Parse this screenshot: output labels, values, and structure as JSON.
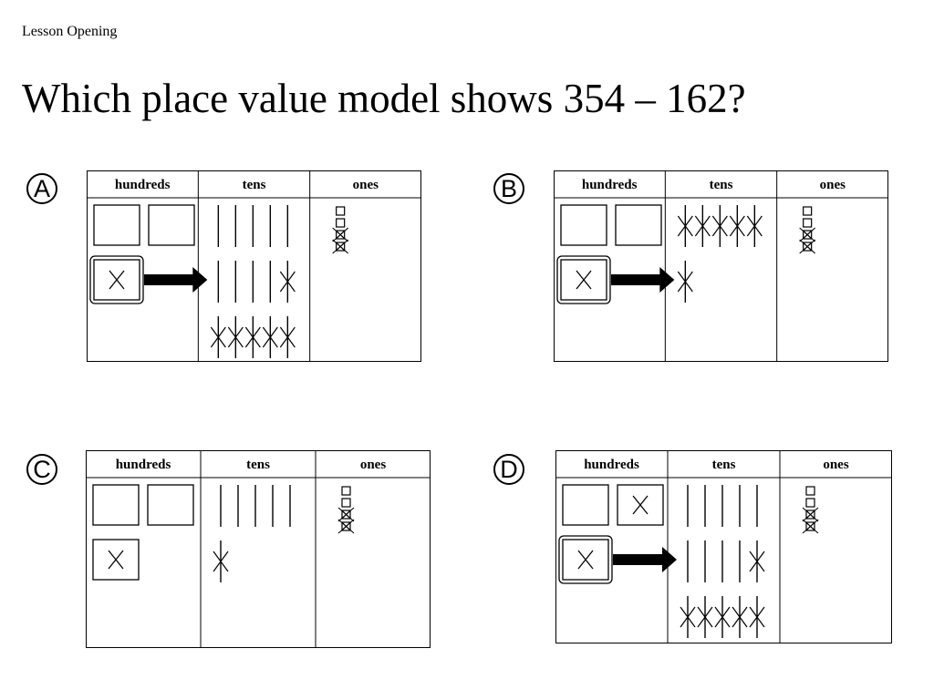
{
  "header": {
    "kicker": "Lesson Opening"
  },
  "question": {
    "text": "Which place value model shows 354 – 162?"
  },
  "columns": [
    "hundreds",
    "tens",
    "ones"
  ],
  "options": [
    {
      "letter": "A",
      "hundreds": {
        "blocks": 3,
        "crossed": 1,
        "regrouped": 1
      },
      "tens": {
        "sticks": 15,
        "crossed": 6
      },
      "ones": {
        "cubes": 4,
        "crossed": 2
      }
    },
    {
      "letter": "B",
      "hundreds": {
        "blocks": 3,
        "crossed": 1,
        "regrouped": 1
      },
      "tens": {
        "sticks": 6,
        "crossed": 6
      },
      "ones": {
        "cubes": 4,
        "crossed": 2
      }
    },
    {
      "letter": "C",
      "hundreds": {
        "blocks": 3,
        "crossed": 1,
        "regrouped": 0
      },
      "tens": {
        "sticks": 6,
        "crossed": 1
      },
      "ones": {
        "cubes": 4,
        "crossed": 2
      }
    },
    {
      "letter": "D",
      "hundreds": {
        "blocks": 3,
        "crossed": 2,
        "regrouped": 1
      },
      "tens": {
        "sticks": 15,
        "crossed": 6
      },
      "ones": {
        "cubes": 4,
        "crossed": 2
      }
    }
  ],
  "colors": {
    "ink": "#000000",
    "paper": "#ffffff"
  }
}
